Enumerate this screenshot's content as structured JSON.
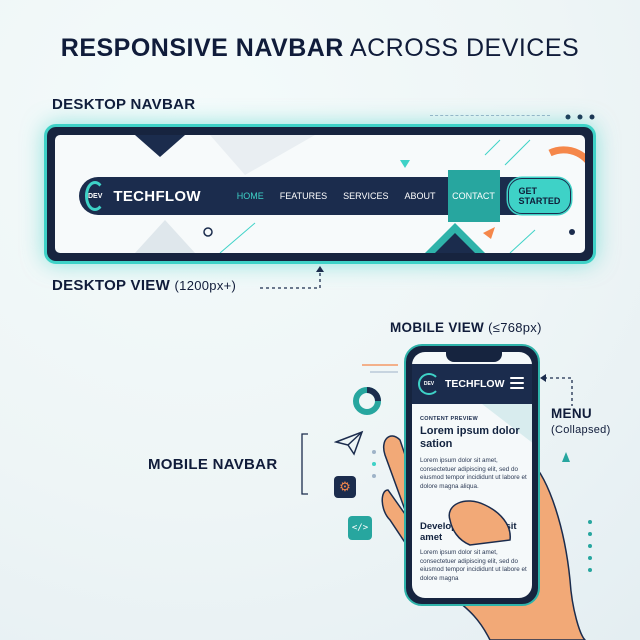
{
  "header": {
    "title_bold": "RESPONSIVE NAVBAR",
    "title_light": "ACROSS DEVICES"
  },
  "labels": {
    "desktop_navbar": "DESKTOP NAVBAR",
    "desktop_view": "DESKTOP VIEW",
    "desktop_view_size": "(1200px+)",
    "mobile_view": "MOBILE VIEW",
    "mobile_view_size": "(≤768px)",
    "mobile_navbar": "MOBILE NAVBAR",
    "menu": "MENU",
    "menu_state": "(Collapsed)"
  },
  "desktop_nav": {
    "logo_text": "DEV",
    "brand": "TECHFLOW",
    "links": [
      "HOME",
      "FEATURES",
      "SERVICES",
      "ABOUT",
      "CONTACT"
    ],
    "cta": "GET STARTED"
  },
  "mobile_nav": {
    "logo_text": "DEV",
    "brand": "TECHFLOW"
  },
  "mobile_content": {
    "kicker": "CONTENT PREVIEW",
    "heading": "Lorem ipsum dolor sation",
    "paragraph": "Lorem ipsum dolor sit amet, consectetuer adipiscing elit, sed do eiusmod tempor incididunt ut labore et dolore magna aliqua.",
    "heading2": "Developsum dolor sit amet",
    "paragraph2": "Lorem ipsum dolor sit amet, consectetuer adipiscing elit, sed do eiusmod tempor incididunt ut labore et dolore magna"
  },
  "icons": [
    "chart-icon",
    "paper-plane-icon",
    "gear-icon",
    "code-icon",
    "hamburger-menu-icon",
    "logo-icon"
  ],
  "colors": {
    "navy": "#1b2c4d",
    "teal": "#3ed2c7",
    "teal_dark": "#27a69f",
    "orange": "#f5874a"
  }
}
